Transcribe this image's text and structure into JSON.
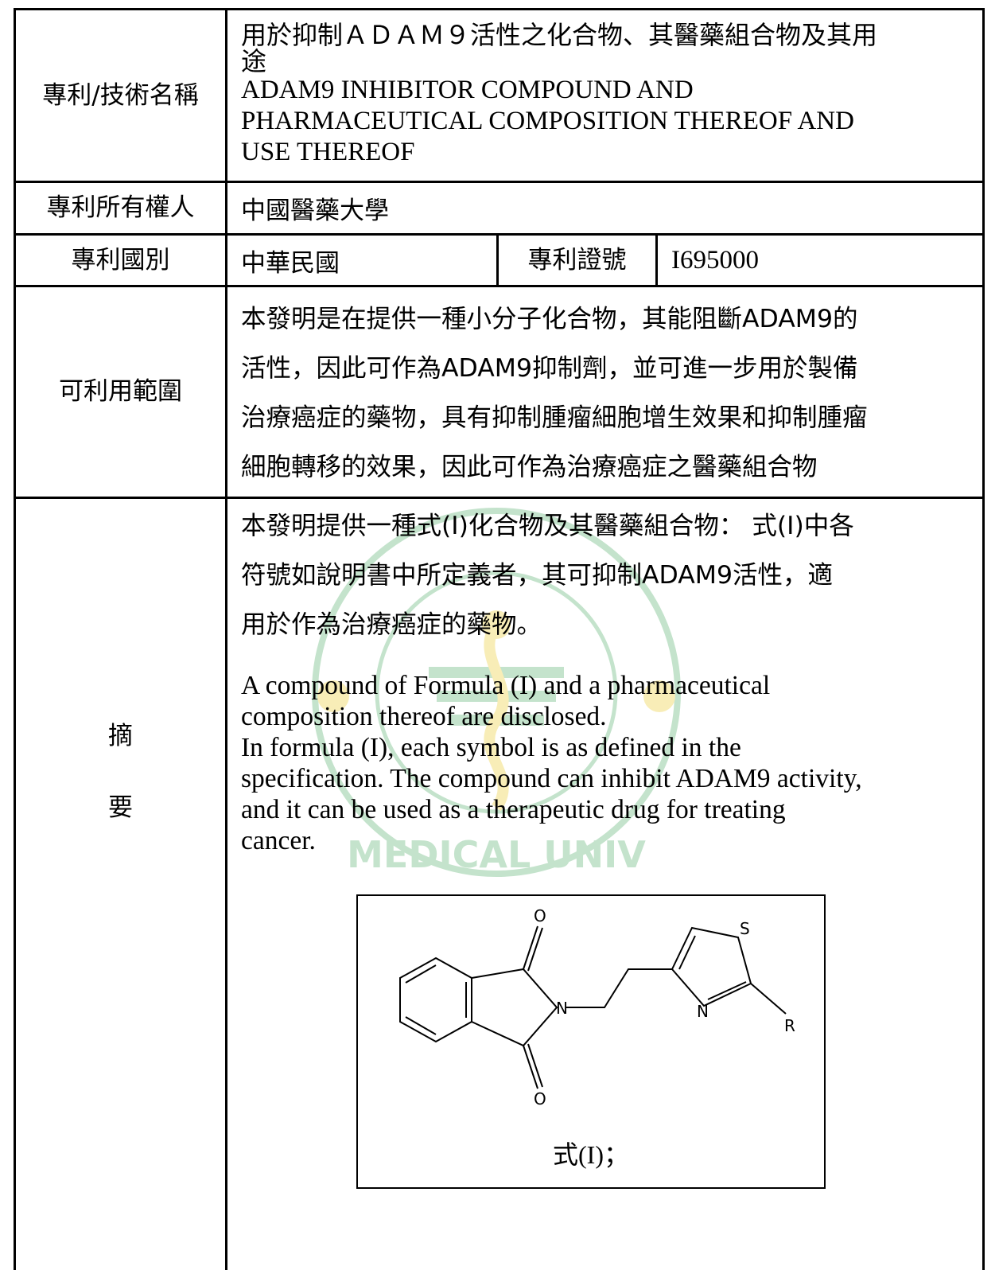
{
  "rows": {
    "title": {
      "label": "專利/技術名稱",
      "zh_line1": "用於抑制ＡＤＡＭ９活性之化合物、其醫藥組合物及其用",
      "zh_line2": "途",
      "en_line1": "ADAM9 INHIBITOR COMPOUND AND",
      "en_line2": "PHARMACEUTICAL COMPOSITION THEREOF AND",
      "en_line3": "USE THEREOF"
    },
    "owner": {
      "label": "專利所有權人",
      "value": "中國醫藥大學"
    },
    "country": {
      "label": "專利國別",
      "value": "中華民國",
      "number_label": "專利證號",
      "number_value": "I695000"
    },
    "scope": {
      "label": "可利用範圍",
      "lines": [
        "本發明是在提供一種小分子化合物，其能阻斷ADAM9的",
        "活性，因此可作為ADAM9抑制劑，並可進一步用於製備",
        "治療癌症的藥物，具有抑制腫瘤細胞增生效果和抑制腫瘤",
        "細胞轉移的效果，因此可作為治療癌症之醫藥組合物"
      ]
    },
    "abstract": {
      "label_1": "摘",
      "label_2": "要",
      "zh_lines": [
        "本發明提供一種式(I)化合物及其醫藥組合物： 式(I)中各",
        "符號如說明書中所定義者，其可抑制ADAM9活性，適",
        "用於作為治療癌症的藥物。"
      ],
      "en_lines": [
        "A compound of Formula (I) and a pharmaceutical",
        "composition thereof are disclosed.",
        "In formula (I), each symbol is as defined in the",
        "specification. The compound can inhibit ADAM9 activity,",
        "and it can be used as a therapeutic drug for treating",
        "cancer."
      ],
      "formula": {
        "atom_o_top": "O",
        "atom_o_bottom": "O",
        "atom_n_ring": "N",
        "atom_s": "S",
        "atom_n_thiazole": "N",
        "atom_r": "R",
        "caption": "式(I)；"
      }
    }
  },
  "watermark": {
    "text_bottom": "MEDICAL UNIV",
    "color": "#2e9d4a",
    "accent": "#e8c200"
  }
}
